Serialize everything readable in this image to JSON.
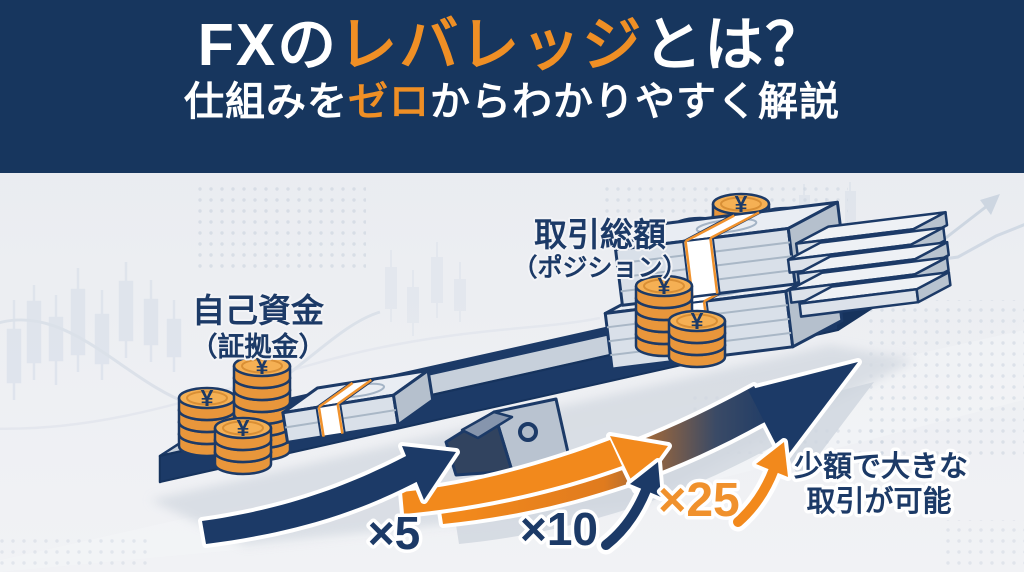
{
  "header": {
    "line1": {
      "pre": "FXの",
      "highlight": "レバレッジ",
      "post": "とは？"
    },
    "line2": {
      "pre": "仕組みを",
      "highlight": "ゼロ",
      "post": "からわかりやすく解説"
    },
    "colors": {
      "background": "#17365e",
      "text": "#ffffff",
      "highlight": "#ef8f25"
    }
  },
  "diagram": {
    "yen_symbol": "¥",
    "left_label": {
      "line1": "自己資金",
      "line2": "（証拠金）"
    },
    "right_label": {
      "line1": "取引総額",
      "line2": "（ポジション）"
    },
    "multipliers": {
      "x5": "×5",
      "x10": "×10",
      "x25": "×25"
    },
    "note": {
      "line1": "少額で大きな",
      "line2": "取引が可能"
    },
    "colors": {
      "navy": "#1c3a67",
      "orange": "#f2891c",
      "plank_top": "#c7d0db",
      "fulcrum": "#b9c3d0",
      "coin_side": "#e8963b",
      "coin_top": "#f5b054",
      "background": "#eceef2"
    }
  }
}
